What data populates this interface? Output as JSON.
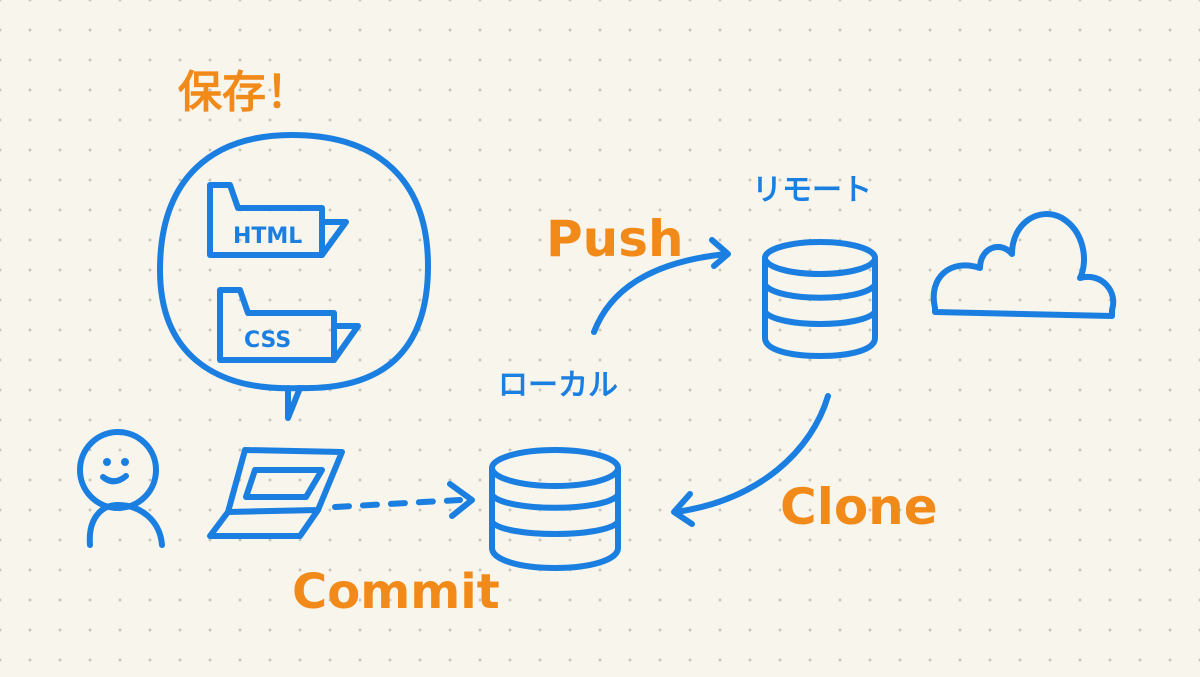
{
  "labels": {
    "save": "保存！",
    "html": "HTML",
    "css": "CSS",
    "remote": "リモート",
    "local": "ローカル",
    "push": "Push",
    "clone": "Clone",
    "commit": "Commit"
  },
  "colors": {
    "background": "#f7f5ec",
    "ink": "#1a7fe0",
    "accent": "#f28a1a",
    "grid_dot": "#c9c6bb"
  },
  "icons": [
    "person-icon",
    "laptop-icon",
    "folder-icon",
    "database-icon",
    "cloud-icon",
    "speech-bubble-icon",
    "arrow-icon"
  ]
}
